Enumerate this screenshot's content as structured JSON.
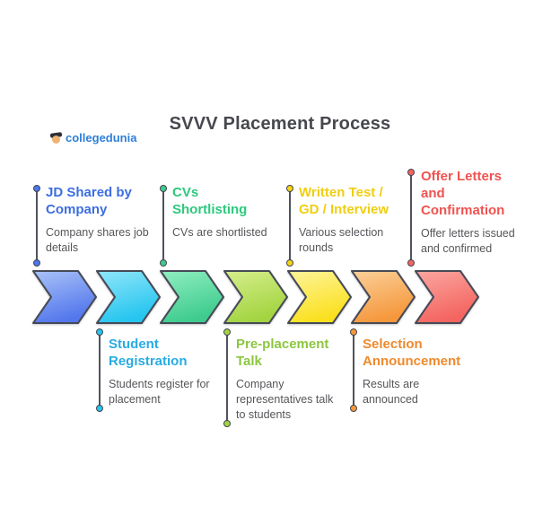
{
  "title": "SVVV Placement Process",
  "logo": {
    "text": "collegedunia"
  },
  "colors": {
    "outline": "#464a56",
    "connector_line": "#50535c",
    "title_text": "#47484d",
    "description_text": "#55565a"
  },
  "steps": [
    {
      "heading": "JD Shared by\nCompany",
      "desc": "Company shares job\ndetails",
      "heading_color": "#3d6ee0",
      "fill_light": "#a9c2f8",
      "fill_dark": "#5377ec",
      "dot_color": "#4c76ec",
      "label_position": "top"
    },
    {
      "heading": "Student\nRegistration",
      "desc": "Students register for\nplacement",
      "heading_color": "#29abe2",
      "fill_light": "#90e6f9",
      "fill_dark": "#25c5ef",
      "dot_color": "#25c5ef",
      "label_position": "bottom"
    },
    {
      "heading": "CVs\nShortlisting",
      "desc": "CVs are shortlisted",
      "heading_color": "#2ec97e",
      "fill_light": "#8feec0",
      "fill_dark": "#3ecb8d",
      "dot_color": "#3ecb8d",
      "label_position": "top"
    },
    {
      "heading": "Pre-placement\nTalk",
      "desc": "Company\nrepresentatives talk\nto students",
      "heading_color": "#8cc63f",
      "fill_light": "#d6ee8c",
      "fill_dark": "#a2d440",
      "dot_color": "#a2d440",
      "label_position": "bottom"
    },
    {
      "heading": "Written Test /\nGD / Interview",
      "desc": "Various selection\nrounds",
      "heading_color": "#f0ce12",
      "fill_light": "#fdf49b",
      "fill_dark": "#fbe01e",
      "dot_color": "#f5d411",
      "label_position": "top"
    },
    {
      "heading": "Selection\nAnnouncement",
      "desc": "Results are\nannounced",
      "heading_color": "#ee8a2e",
      "fill_light": "#fbd099",
      "fill_dark": "#f5973c",
      "dot_color": "#f5973c",
      "label_position": "bottom"
    },
    {
      "heading": "Offer Letters\nand\nConfirmation",
      "desc": "Offer letters issued\nand confirmed",
      "heading_color": "#ef5350",
      "fill_light": "#fba6a0",
      "fill_dark": "#f4645f",
      "dot_color": "#f4645f",
      "label_position": "top"
    }
  ]
}
